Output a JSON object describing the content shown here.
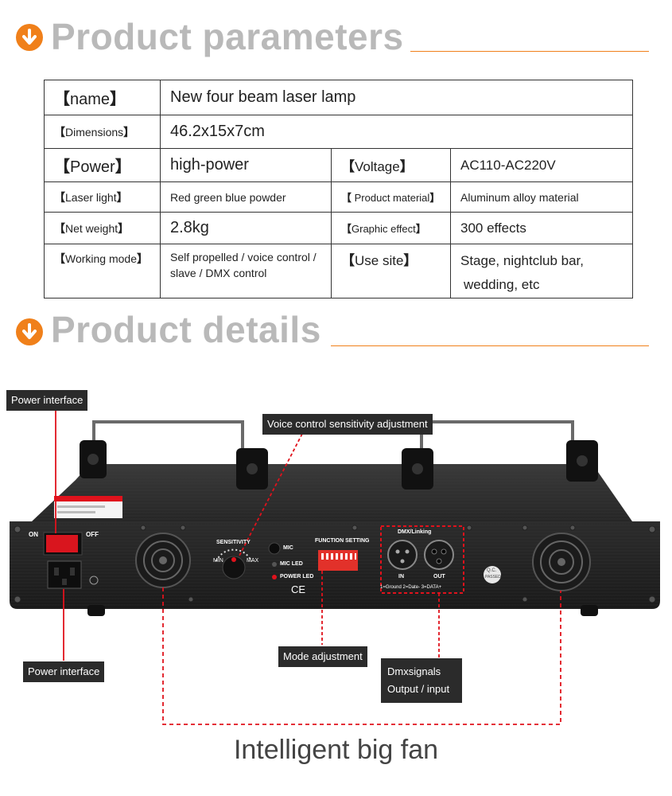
{
  "sections": {
    "parameters_title": "Product parameters",
    "details_title": "Product details"
  },
  "params": {
    "name_key": "name",
    "name_value": "New four beam laser lamp",
    "dimensions_key": "Dimensions",
    "dimensions_value": "46.2x15x7cm",
    "power_key": "Power",
    "power_value": "high-power",
    "voltage_key": "Voltage",
    "voltage_value": "AC110-AC220V",
    "laser_key": "Laser light",
    "laser_value": "Red green blue powder",
    "material_key": "Product material",
    "material_value": "Aluminum alloy material",
    "weight_key": "Net weight",
    "weight_value": "2.8kg",
    "graphic_key": "Graphic effect",
    "graphic_value": "300 effects",
    "mode_key": "Working mode",
    "mode_value": "Self propelled / voice control / slave / DMX control",
    "site_key": "Use site",
    "site_value_1": "Stage, nightclub bar,",
    "site_value_2": "wedding, etc"
  },
  "device_labels": {
    "on": "ON",
    "off": "OFF",
    "sensitivity": "SENSITIVITY",
    "min": "MIN",
    "max": "MAX",
    "mic": "MIC",
    "mic_led": "MIC LED",
    "power_led": "POWER LED",
    "ce": "CE",
    "function_setting": "FUNCTION SETTING",
    "dmx_linking": "DMX/Linking",
    "in": "IN",
    "out": "OUT",
    "dmx_pins": "1=Ground 2=Date- 3=DATA+",
    "qc": "Q.C.",
    "qc_sub": "PASSED"
  },
  "callouts": {
    "power_interface_top": "Power interface",
    "voice_control": "Voice control sensitivity adjustment",
    "power_interface_bottom": "Power interface",
    "mode_adjustment": "Mode adjustment",
    "dmx_line1": "Dmxsignals",
    "dmx_line2": "Output / input",
    "fan_caption": "Intelligent big fan"
  },
  "colors": {
    "accent": "#f0801a",
    "callout_line": "#e0121c",
    "header_gray": "#b9b9b9"
  }
}
